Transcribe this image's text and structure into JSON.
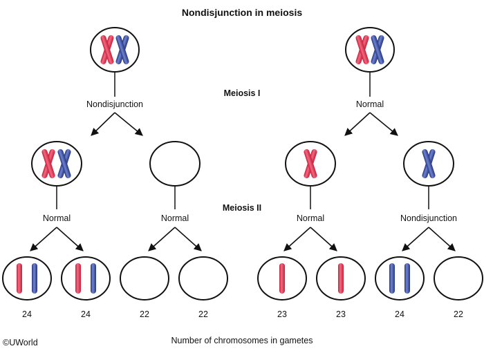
{
  "title": "Nondisjunction in meiosis",
  "stages": {
    "meiosis1": "Meiosis I",
    "meiosis2": "Meiosis II"
  },
  "left_parent": {
    "division_label": "Nondisjunction"
  },
  "right_parent": {
    "division_label": "Normal"
  },
  "second_division_labels": [
    "Normal",
    "Normal",
    "Normal",
    "Nondisjunction"
  ],
  "gamete_counts": [
    "24",
    "24",
    "22",
    "22",
    "23",
    "23",
    "24",
    "22"
  ],
  "caption": "Number of chromosomes in gametes",
  "copyright": "©UWorld",
  "colors": {
    "red_chromosome": "#e0304a",
    "blue_chromosome": "#3a4fa0",
    "outline": "#111111"
  },
  "icons": [
    "arrow-icon",
    "chromosome-icon"
  ]
}
